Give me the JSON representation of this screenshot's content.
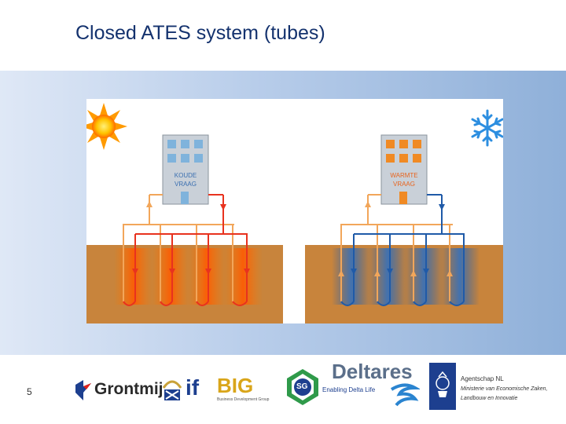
{
  "slide": {
    "title": "Closed ATES system (tubes)",
    "page_number": "5"
  },
  "diagram": {
    "left_panel": {
      "building_label_line1": "KOUDE",
      "building_label_line2": "VRAAG"
    },
    "right_panel": {
      "building_label_line1": "WARMTE",
      "building_label_line2": "VRAAG"
    },
    "colors": {
      "ground": "#c8843c",
      "warm_pipe": "#e8321e",
      "cold_pipe": "#1f5aa8",
      "return_pipe": "#f2a65a",
      "sky_band": "#8fb0d9"
    }
  },
  "logos": {
    "grontmij": "Grontmij",
    "if": "if",
    "big": "BIG",
    "big_sub": "Business Development Group",
    "sg": "SG",
    "deltares": "Deltares",
    "deltares_tagline": "Enabling Delta Life",
    "agentschap_line1": "Agentschap NL",
    "agentschap_line2": "Ministerie van Economische Zaken,",
    "agentschap_line3": "Landbouw en Innovatie"
  }
}
